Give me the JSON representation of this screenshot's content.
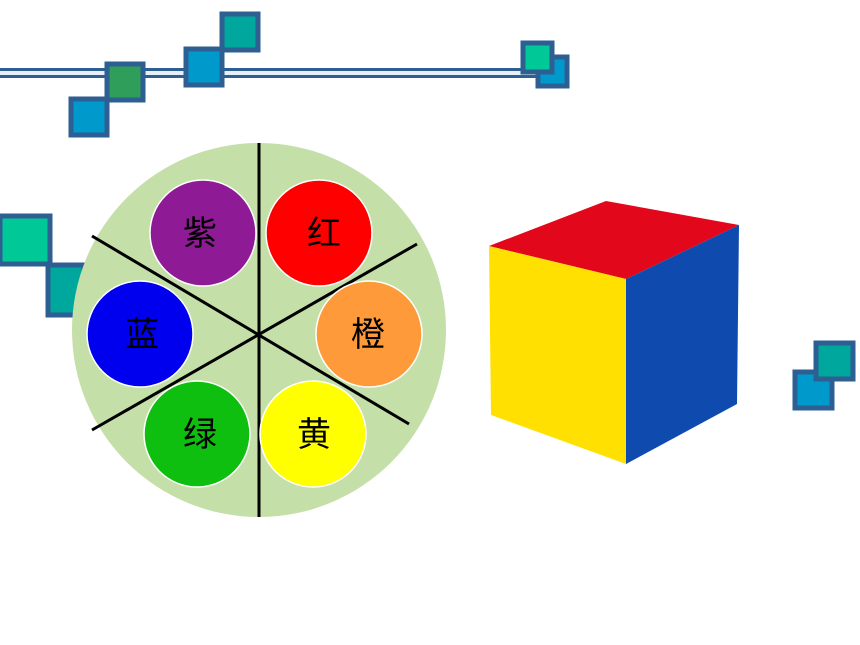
{
  "color_wheel": {
    "background": "#c5dfa9",
    "divider_color": "#000000",
    "segments": [
      {
        "key": "purple",
        "label": "紫",
        "color": "#8f1a96"
      },
      {
        "key": "red",
        "label": "红",
        "color": "#ff0000"
      },
      {
        "key": "orange",
        "label": "橙",
        "color": "#ff9a3a"
      },
      {
        "key": "yellow",
        "label": "黄",
        "color": "#ffff00"
      },
      {
        "key": "green",
        "label": "绿",
        "color": "#0fbf0f"
      },
      {
        "key": "blue",
        "label": "蓝",
        "color": "#0000ee"
      }
    ]
  },
  "cube": {
    "top_color": "#e2071a",
    "left_color": "#ffe000",
    "right_color": "#0f4aae"
  },
  "decoration": {
    "frame_color": "#2e5f92",
    "tile_colors": [
      "#0099cc",
      "#00a79d",
      "#2f9e5a",
      "#00c896"
    ]
  }
}
